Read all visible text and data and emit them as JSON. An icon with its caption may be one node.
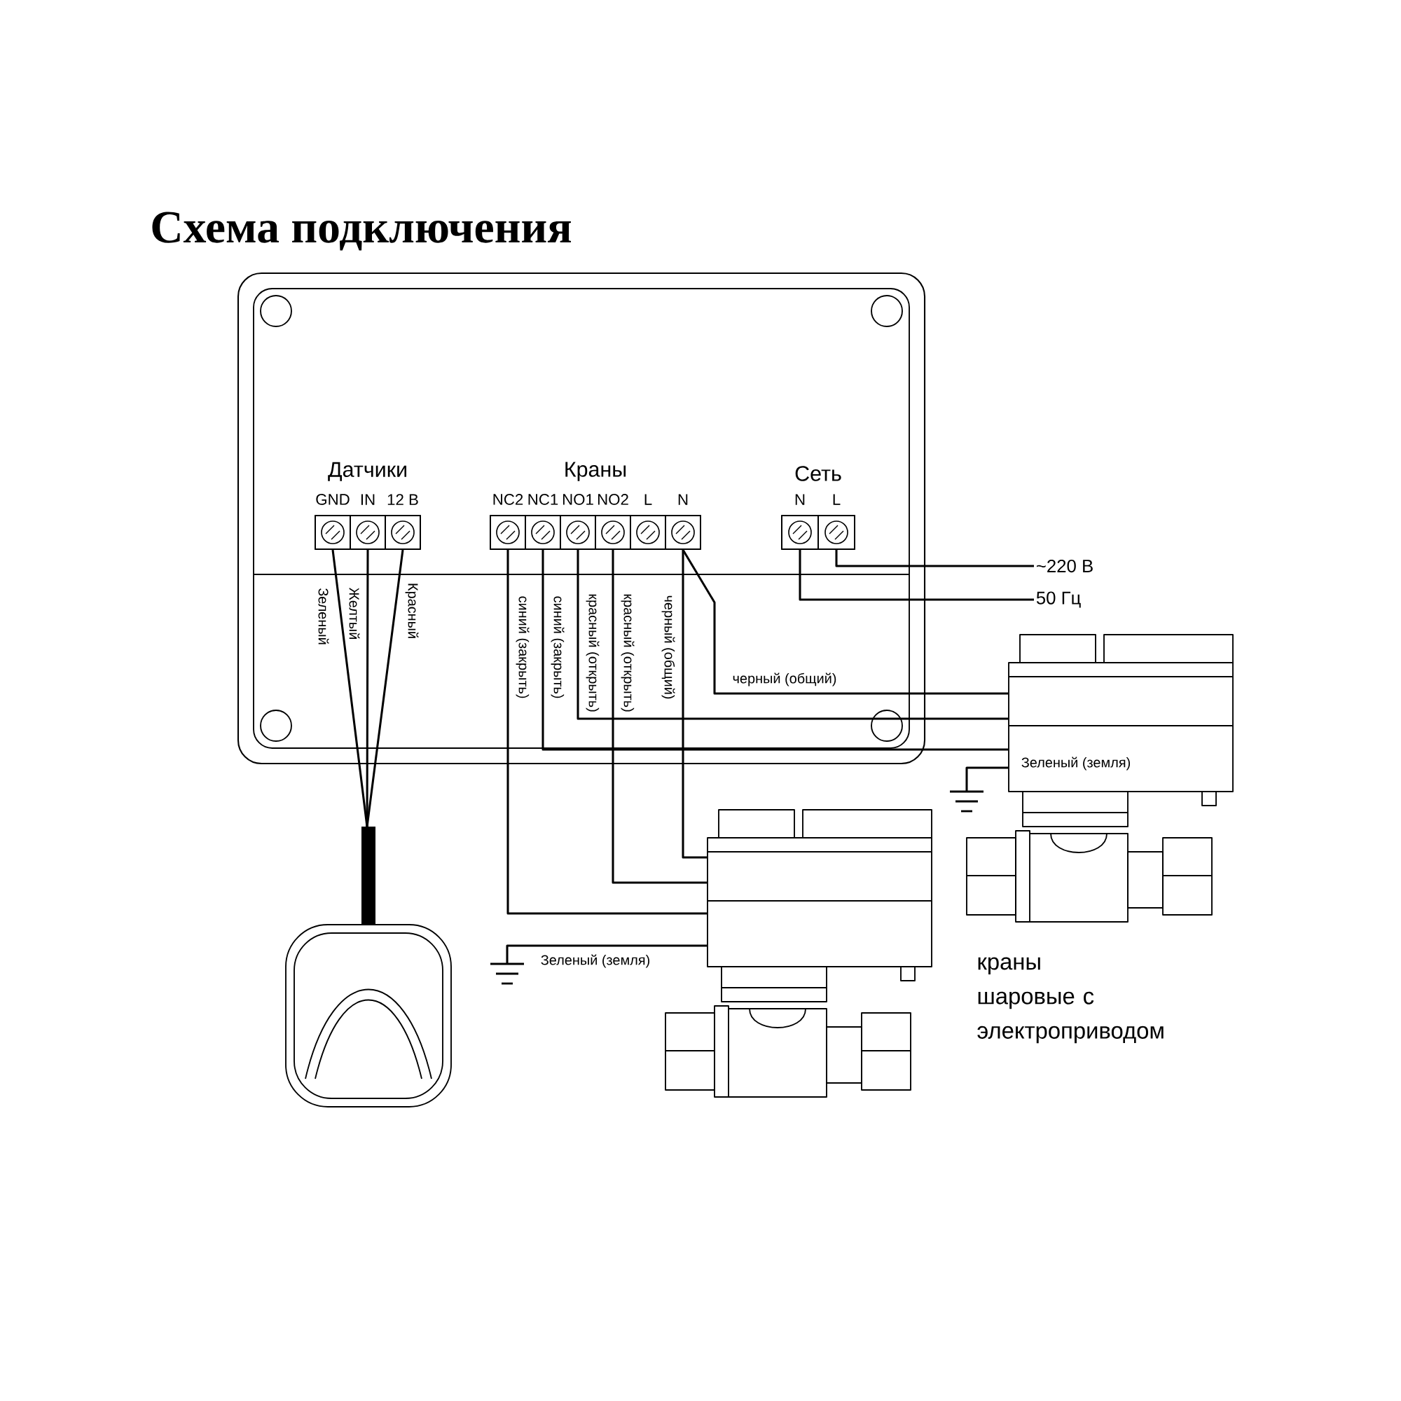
{
  "diagram": {
    "title": "Схема подключения",
    "nodes": [
      {
        "text": [],
        "shape": "box"
      },
      {
        "text": [
          "Датчики"
        ],
        "in": 0
      },
      {
        "text": [
          "GND"
        ],
        "in": 1
      },
      {
        "text": [
          "IN"
        ],
        "in": 1
      },
      {
        "text": [
          "12 В"
        ],
        "in": 1
      },
      {
        "text": [
          "Краны"
        ],
        "in": 0
      },
      {
        "text": [
          "NC2"
        ],
        "in": 5
      },
      {
        "text": [
          "NC1"
        ],
        "in": 5
      },
      {
        "text": [
          "NO1"
        ],
        "in": 5
      },
      {
        "text": [
          "NO2"
        ],
        "in": 5
      },
      {
        "text": [
          "L"
        ],
        "in": 5
      },
      {
        "text": [
          "N"
        ],
        "in": 5
      },
      {
        "text": [
          "Сеть"
        ],
        "in": 0
      },
      {
        "text": [
          "N"
        ],
        "in": 12
      },
      {
        "text": [
          "L"
        ],
        "in": 12
      },
      {
        "text": [],
        "shape": "picture"
      },
      {
        "text": [],
        "shape": "picture"
      },
      {
        "text": [],
        "shape": "picture"
      },
      {
        "text": [],
        "shape": "ground"
      },
      {
        "text": [],
        "shape": "ground"
      },
      {
        "text": [
          "~220 В"
        ]
      },
      {
        "text": [
          "50 Гц"
        ]
      }
    ],
    "edges": [
      {
        "from": 2,
        "to": 15,
        "arrow": "none",
        "label": "Зеленый"
      },
      {
        "from": 3,
        "to": 15,
        "arrow": "none",
        "label": "Желтый"
      },
      {
        "from": 4,
        "to": 15,
        "arrow": "none",
        "label": "Красный"
      },
      {
        "from": 6,
        "to": 16,
        "arrow": "none",
        "label": "синий (закрыть)"
      },
      {
        "from": 7,
        "to": 17,
        "arrow": "none",
        "label": "синий (закрыть)"
      },
      {
        "from": 8,
        "to": 17,
        "arrow": "none",
        "label": "красный (открыть)"
      },
      {
        "from": 9,
        "to": 16,
        "arrow": "none",
        "label": "красный (открыть)"
      },
      {
        "from": 11,
        "to": 16,
        "arrow": "none",
        "label": "черный (общий)"
      },
      {
        "from": 11,
        "to": 17,
        "arrow": "none",
        "label": "черный (общий)"
      },
      {
        "from": 16,
        "to": 18,
        "arrow": "none",
        "label": "Зеленый (земля)"
      },
      {
        "from": 17,
        "to": 19,
        "arrow": "none",
        "label": "Зеленый (земля)"
      },
      {
        "from": 13,
        "to": 21,
        "arrow": "none"
      },
      {
        "from": 14,
        "to": 20,
        "arrow": "none"
      }
    ],
    "labels": [
      "краны шаровые с электроприводом"
    ]
  }
}
